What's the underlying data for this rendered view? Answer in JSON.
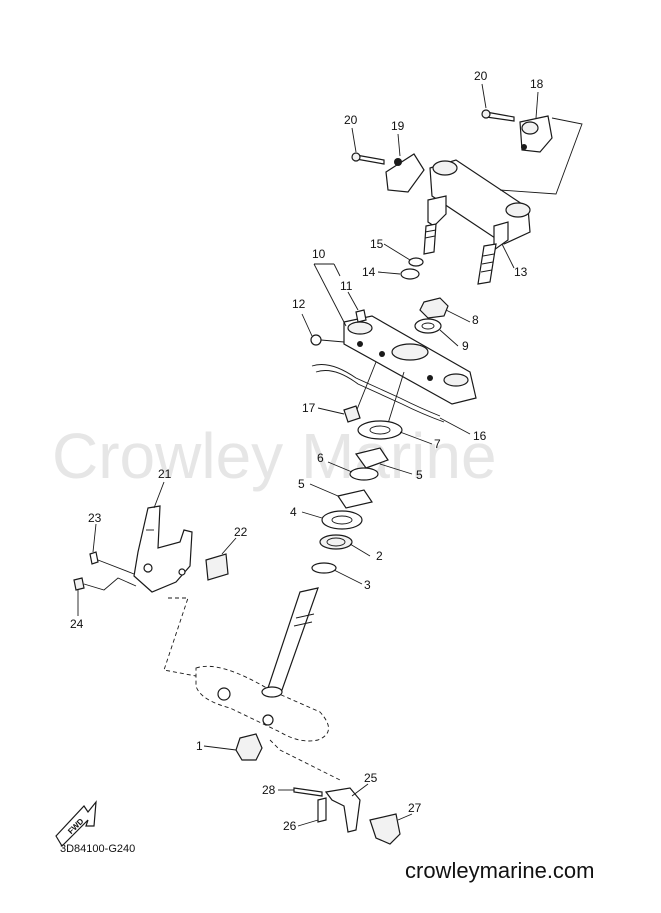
{
  "watermark": "Crowley Marine",
  "diagram_code": "3D84100-G240",
  "site_url": "crowleymarine.com",
  "fwd_label": "FWD",
  "callouts": {
    "c1": "1",
    "c2": "2",
    "c3": "3",
    "c4": "4",
    "c5a": "5",
    "c5b": "5",
    "c6": "6",
    "c7": "7",
    "c8": "8",
    "c9": "9",
    "c10": "10",
    "c11": "11",
    "c12": "12",
    "c13": "13",
    "c14": "14",
    "c15": "15",
    "c16": "16",
    "c17": "17",
    "c18": "18",
    "c19": "19",
    "c20a": "20",
    "c20b": "20",
    "c21": "21",
    "c22": "22",
    "c23": "23",
    "c24": "24",
    "c25": "25",
    "c26": "26",
    "c27": "27",
    "c28": "28"
  }
}
